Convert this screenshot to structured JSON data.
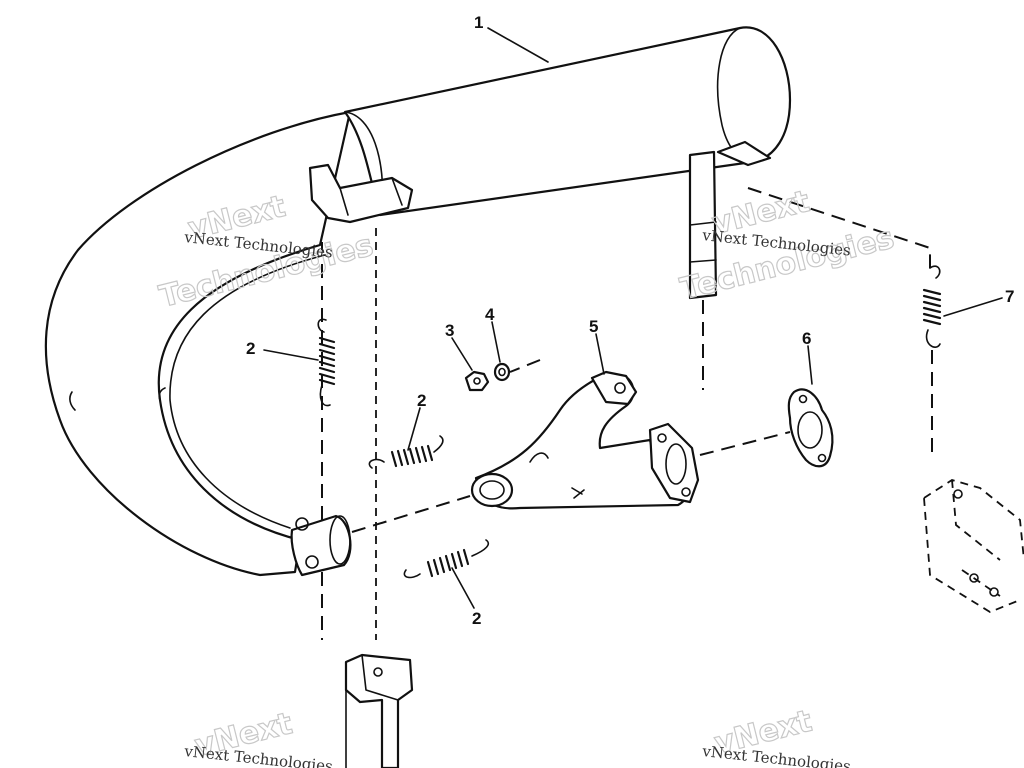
{
  "callouts": {
    "muffler": "1",
    "spring_left": "2",
    "spring_mid": "2",
    "spring_bottom": "2",
    "nut": "3",
    "washer": "4",
    "y_pipe": "5",
    "gasket": "6",
    "spring_right": "7"
  },
  "watermark": {
    "line1": "vNext Technologies",
    "line2a": "vNext",
    "line2b": "Technologies"
  }
}
